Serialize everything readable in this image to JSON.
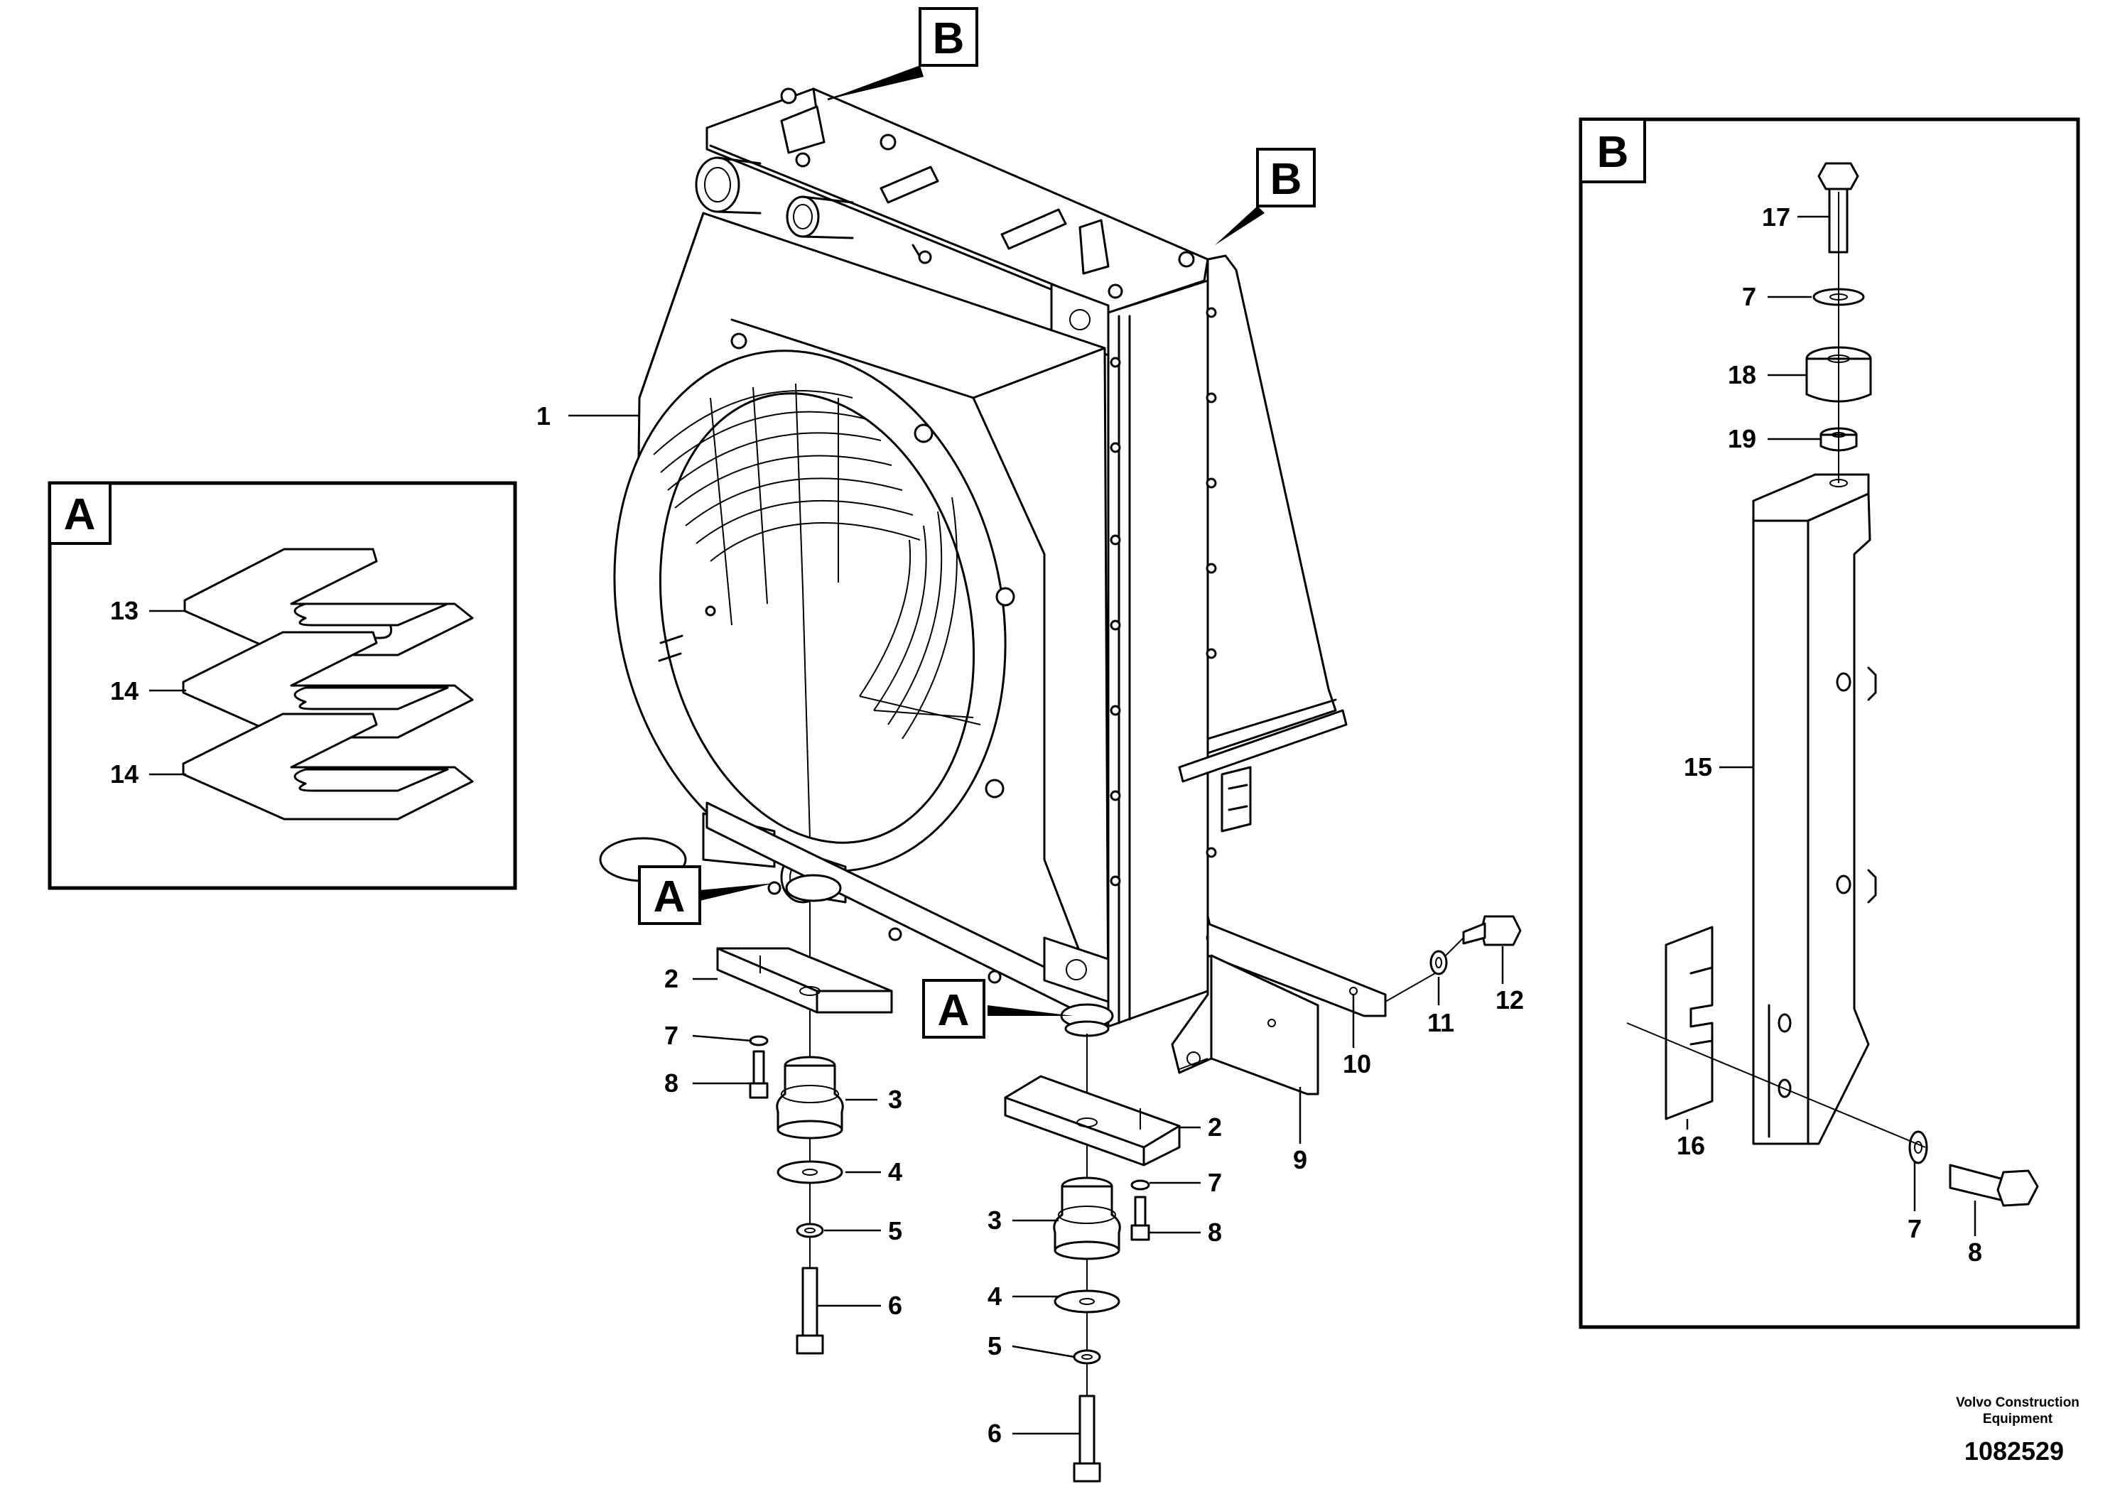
{
  "detail_tags": {
    "a": "A",
    "b": "B"
  },
  "part_labels": {
    "p1": "1",
    "p2": "2",
    "p3": "3",
    "p4": "4",
    "p5": "5",
    "p6": "6",
    "p7": "7",
    "p8": "8",
    "p9": "9",
    "p10": "10",
    "p11": "11",
    "p12": "12",
    "p13": "13",
    "p14": "14",
    "p15": "15",
    "p16": "16",
    "p17": "17",
    "p18": "18",
    "p19": "19"
  },
  "footer": {
    "company_line1": "Volvo Construction",
    "company_line2": "Equipment",
    "drawing_number": "1082529"
  }
}
